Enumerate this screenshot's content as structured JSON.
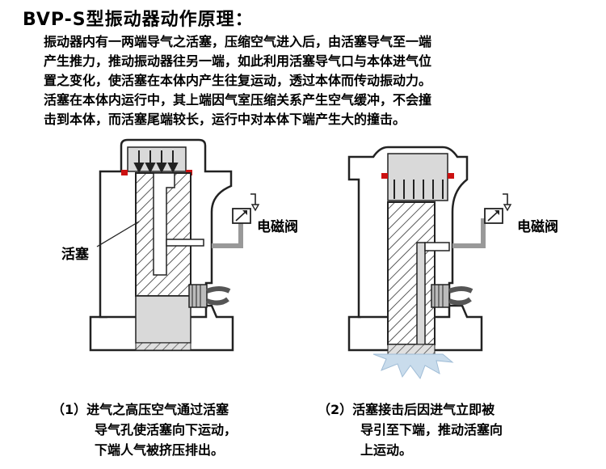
{
  "title": "BVP-S型振动器动作原理：",
  "description_lines": [
    "振动器内有一两端导气之活塞，压缩空气进入后，由活塞导气至一端",
    "产生推力，推动振动器往另一端，如此利用活塞导气口与本体进气位",
    "置之变化，使活塞在本体内产生往复运动，透过本体而传动振动力。",
    "活塞在本体内运行中，其上端因气室压缩关系产生空气缓冲，不会撞",
    "击到本体，而活塞尾端较长，运行中对本体下端产生大的撞击。"
  ],
  "labels": {
    "piston": "活塞",
    "solenoid_valve_left": "电磁阀",
    "solenoid_valve_right": "电磁阀"
  },
  "captions": {
    "step1": [
      "（1）进气之高压空气通过活塞",
      "导气孔使活塞向下运动，",
      "下端人气被挤压排出。"
    ],
    "step2": [
      "（2）活塞接击后因进气立即被",
      "导引至下端，推动活塞向",
      "上运动。"
    ]
  },
  "colors": {
    "outline": "#222222",
    "body_fill": "#ffffff",
    "chamber_gray": "#d9d9d9",
    "dark_gray": "#9a9a9a",
    "seal_red": "#cc1111",
    "impact_blue": "#c9dcec"
  }
}
